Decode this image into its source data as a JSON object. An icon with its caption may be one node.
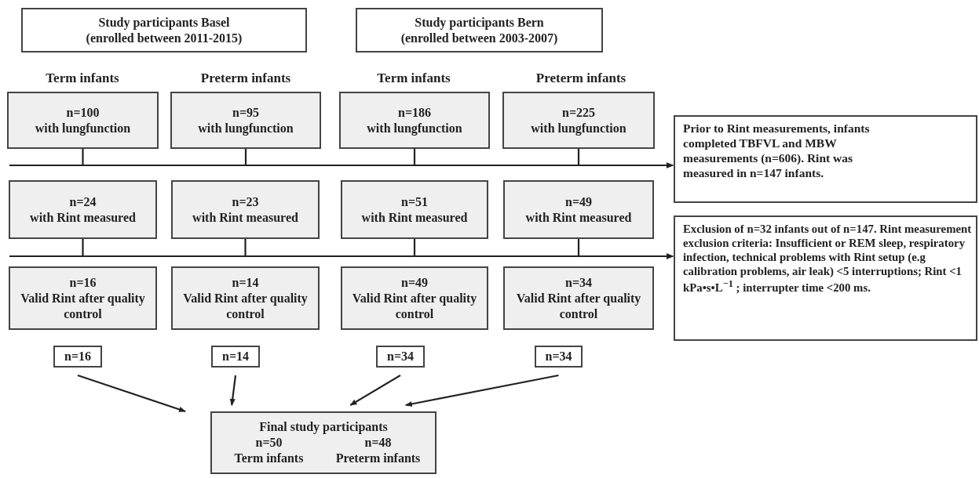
{
  "diagram": {
    "nodes": [
      {
        "text": [
          "Study participants Basel",
          "(enrolled between 2011-2015)"
        ]
      },
      {
        "text": [
          "Study participants Bern",
          "(enrolled between 2003-2007)"
        ]
      },
      {
        "text": [
          "n=100",
          "with lungfunction"
        ]
      },
      {
        "text": [
          "n=95",
          "with lungfunction"
        ]
      },
      {
        "text": [
          "n=186",
          "with lungfunction"
        ]
      },
      {
        "text": [
          "n=225",
          "with lungfunction"
        ]
      },
      {
        "text": [
          "n=24",
          "with Rint measured"
        ]
      },
      {
        "text": [
          "n=23",
          "with Rint measured"
        ]
      },
      {
        "text": [
          "n=51",
          "with Rint measured"
        ]
      },
      {
        "text": [
          "n=49",
          "with Rint measured"
        ]
      },
      {
        "text": [
          "n=16",
          "Valid Rint after quality control"
        ]
      },
      {
        "text": [
          "n=14",
          "Valid Rint after quality control"
        ]
      },
      {
        "text": [
          "n=49",
          "Valid Rint after quality control"
        ]
      },
      {
        "text": [
          "n=34",
          "Valid Rint after quality control"
        ]
      },
      {
        "text": [
          "n=16"
        ]
      },
      {
        "text": [
          "n=14"
        ]
      },
      {
        "text": [
          "n=34"
        ]
      },
      {
        "text": [
          "n=34"
        ]
      },
      {
        "text": [
          "Final study participants",
          "n=50 Term infants",
          "n=48 Preterm infants"
        ]
      },
      {
        "text": [
          "Prior to Rint measurements, infants completed TBFVL and MBW measurements (n=606). Rint was measured in n=147 infants."
        ]
      },
      {
        "text": [
          "Exclusion of n=32 infants out of n=147. Rint measurement exclusion criteria: Insufficient or REM sleep, respiratory infection, technical problems with Rint setup (e.g calibration problems, air leak) <5 interruptions; Rint <1 kPa•s•L$^{−1}$ ; interrupter time <200 ms."
        ]
      }
    ],
    "edges": [
      {
        "from": 2,
        "to": 19,
        "arrow": "to"
      },
      {
        "from": 3,
        "to": 19,
        "arrow": "to"
      },
      {
        "from": 4,
        "to": 19,
        "arrow": "to"
      },
      {
        "from": 5,
        "to": 19,
        "arrow": "to"
      },
      {
        "from": 6,
        "to": 20,
        "arrow": "to"
      },
      {
        "from": 7,
        "to": 20,
        "arrow": "to"
      },
      {
        "from": 8,
        "to": 20,
        "arrow": "to"
      },
      {
        "from": 9,
        "to": 20,
        "arrow": "to"
      },
      {
        "from": 14,
        "to": 18,
        "arrow": "to"
      },
      {
        "from": 15,
        "to": 18,
        "arrow": "to"
      },
      {
        "from": 16,
        "to": 18,
        "arrow": "to"
      },
      {
        "from": 17,
        "to": 18,
        "arrow": "to"
      }
    ],
    "labels": [
      "Term infants",
      "Preterm infants",
      "Term infants",
      "Preterm infants"
    ]
  }
}
